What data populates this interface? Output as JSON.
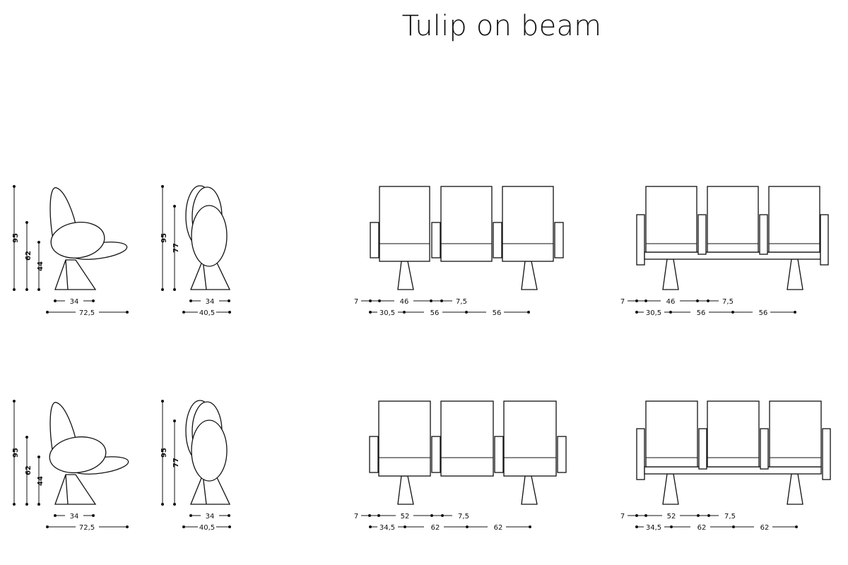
{
  "title": "Tulip on beam",
  "rows": [
    {
      "side": {
        "h_total": "95",
        "h_arm": "62",
        "h_seat": "44",
        "d_base": "34",
        "d_total": "72,5"
      },
      "front": {
        "h_total": "95",
        "h_back": "77",
        "w_base": "34",
        "w_total": "40,5"
      },
      "bench_a": {
        "arm_left": "7",
        "seat": "46",
        "arm_right": "7,5",
        "first": "30,5",
        "pitch1": "56",
        "pitch2": "56"
      },
      "bench_b": {
        "arm_left": "7",
        "seat": "46",
        "arm_right": "7,5",
        "first": "30,5",
        "pitch1": "56",
        "pitch2": "56"
      }
    },
    {
      "side": {
        "h_total": "95",
        "h_arm": "62",
        "h_seat": "44",
        "d_base": "34",
        "d_total": "72,5"
      },
      "front": {
        "h_total": "95",
        "h_back": "77",
        "w_base": "34",
        "w_total": "40,5"
      },
      "bench_a": {
        "arm_left": "7",
        "seat": "52",
        "arm_right": "7,5",
        "first": "34,5",
        "pitch1": "62",
        "pitch2": "62"
      },
      "bench_b": {
        "arm_left": "7",
        "seat": "52",
        "arm_right": "7,5",
        "first": "34,5",
        "pitch1": "62",
        "pitch2": "62"
      }
    }
  ]
}
